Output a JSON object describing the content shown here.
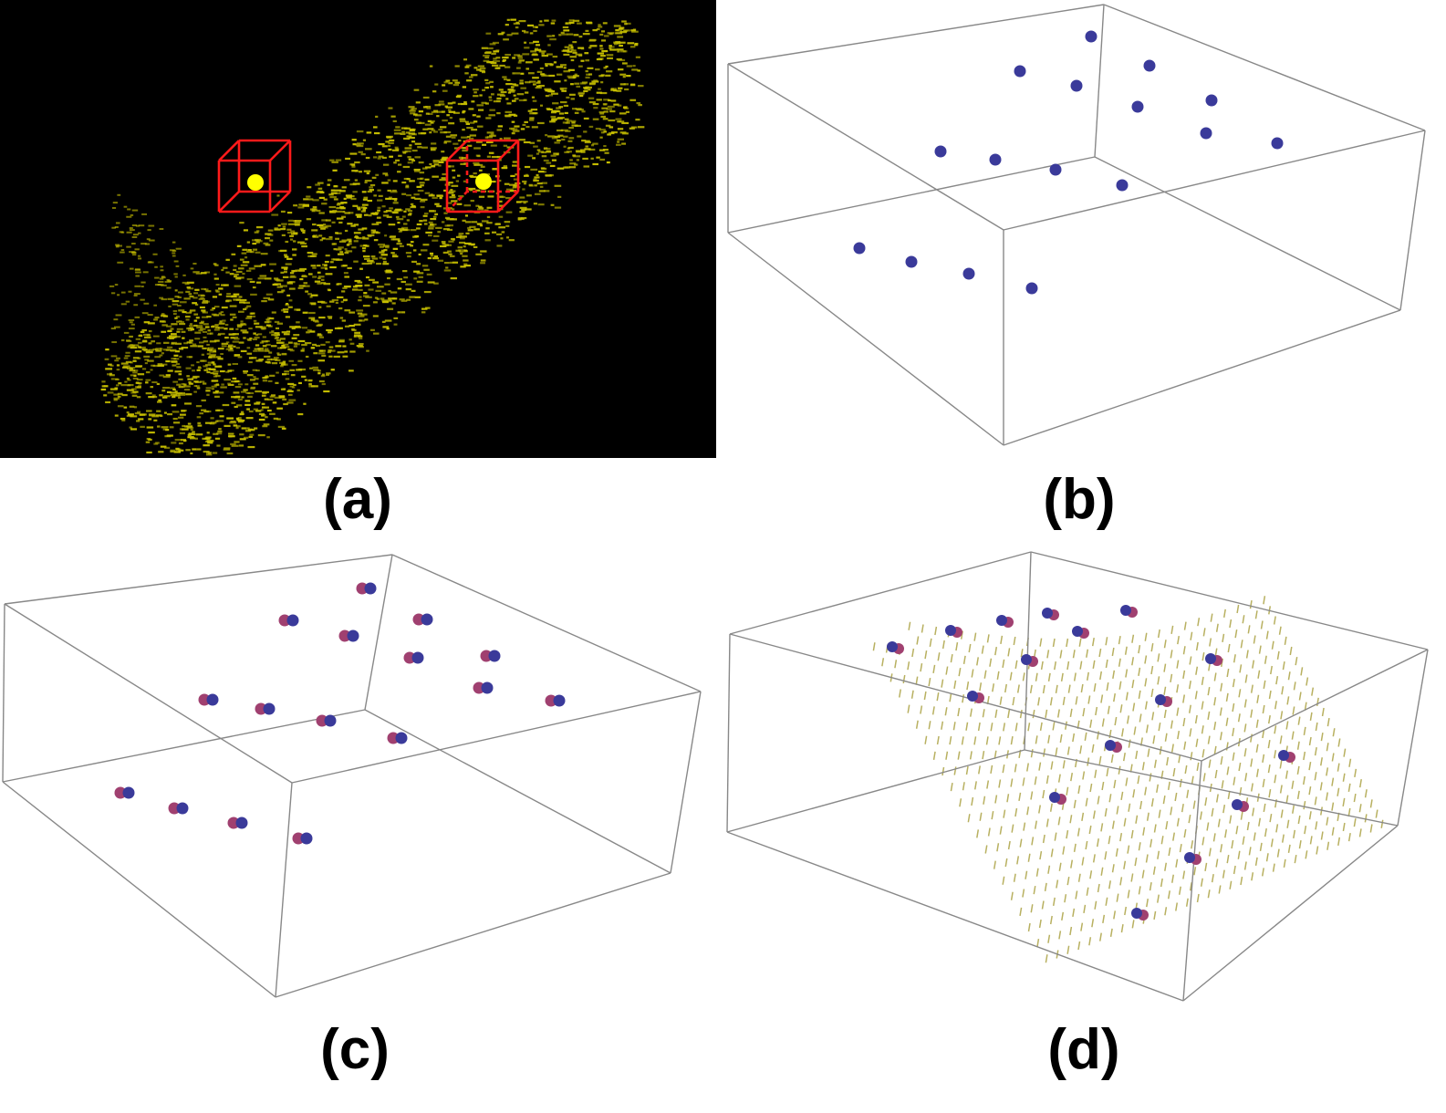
{
  "figure": {
    "captions": {
      "a": "(a)",
      "b": "(b)",
      "c": "(c)",
      "d": "(d)"
    },
    "colors": {
      "background_a": "#000000",
      "point_cloud": "#c8c000",
      "voxel_box": "#ff1a1a",
      "voxel_point": "#ffff00",
      "box_frame": "#888888",
      "blue_point": "#3a3a9a",
      "magenta_point": "#a04070",
      "surface_grid": "#b8b060"
    },
    "panel_count": 4
  }
}
